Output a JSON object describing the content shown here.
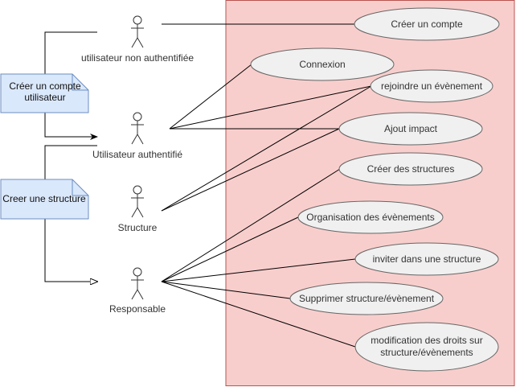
{
  "colors": {
    "system_fill": "#f8cecc",
    "system_stroke": "#b85450",
    "usecase_fill": "#f0f0f0",
    "usecase_stroke": "#666666",
    "note_fill": "#dae8fc",
    "note_stroke": "#6c8ebf",
    "line": "#000000",
    "actor": "#333333"
  },
  "actors": {
    "unauth": "utilisateur non authentifiée",
    "auth": "Utilisateur authentifié",
    "structure": "Structure",
    "responsable": "Responsable"
  },
  "usecases": {
    "creer_compte": "Créer un compte",
    "connexion": "Connexion",
    "rejoindre": "rejoindre un évènement",
    "ajout_impact": "Ajout impact",
    "creer_structures": "Créer des structures",
    "organisation": "Organisation des évènements",
    "inviter": "inviter dans une structure",
    "supprimer": "Supprimer structure/évènement",
    "modification_l1": "modification des droits sur",
    "modification_l2": "structure/évènements"
  },
  "notes": {
    "creer_compte_l1": "Créer un compte",
    "creer_compte_l2": "utilisateur",
    "creer_structure": "Creer une structure"
  }
}
